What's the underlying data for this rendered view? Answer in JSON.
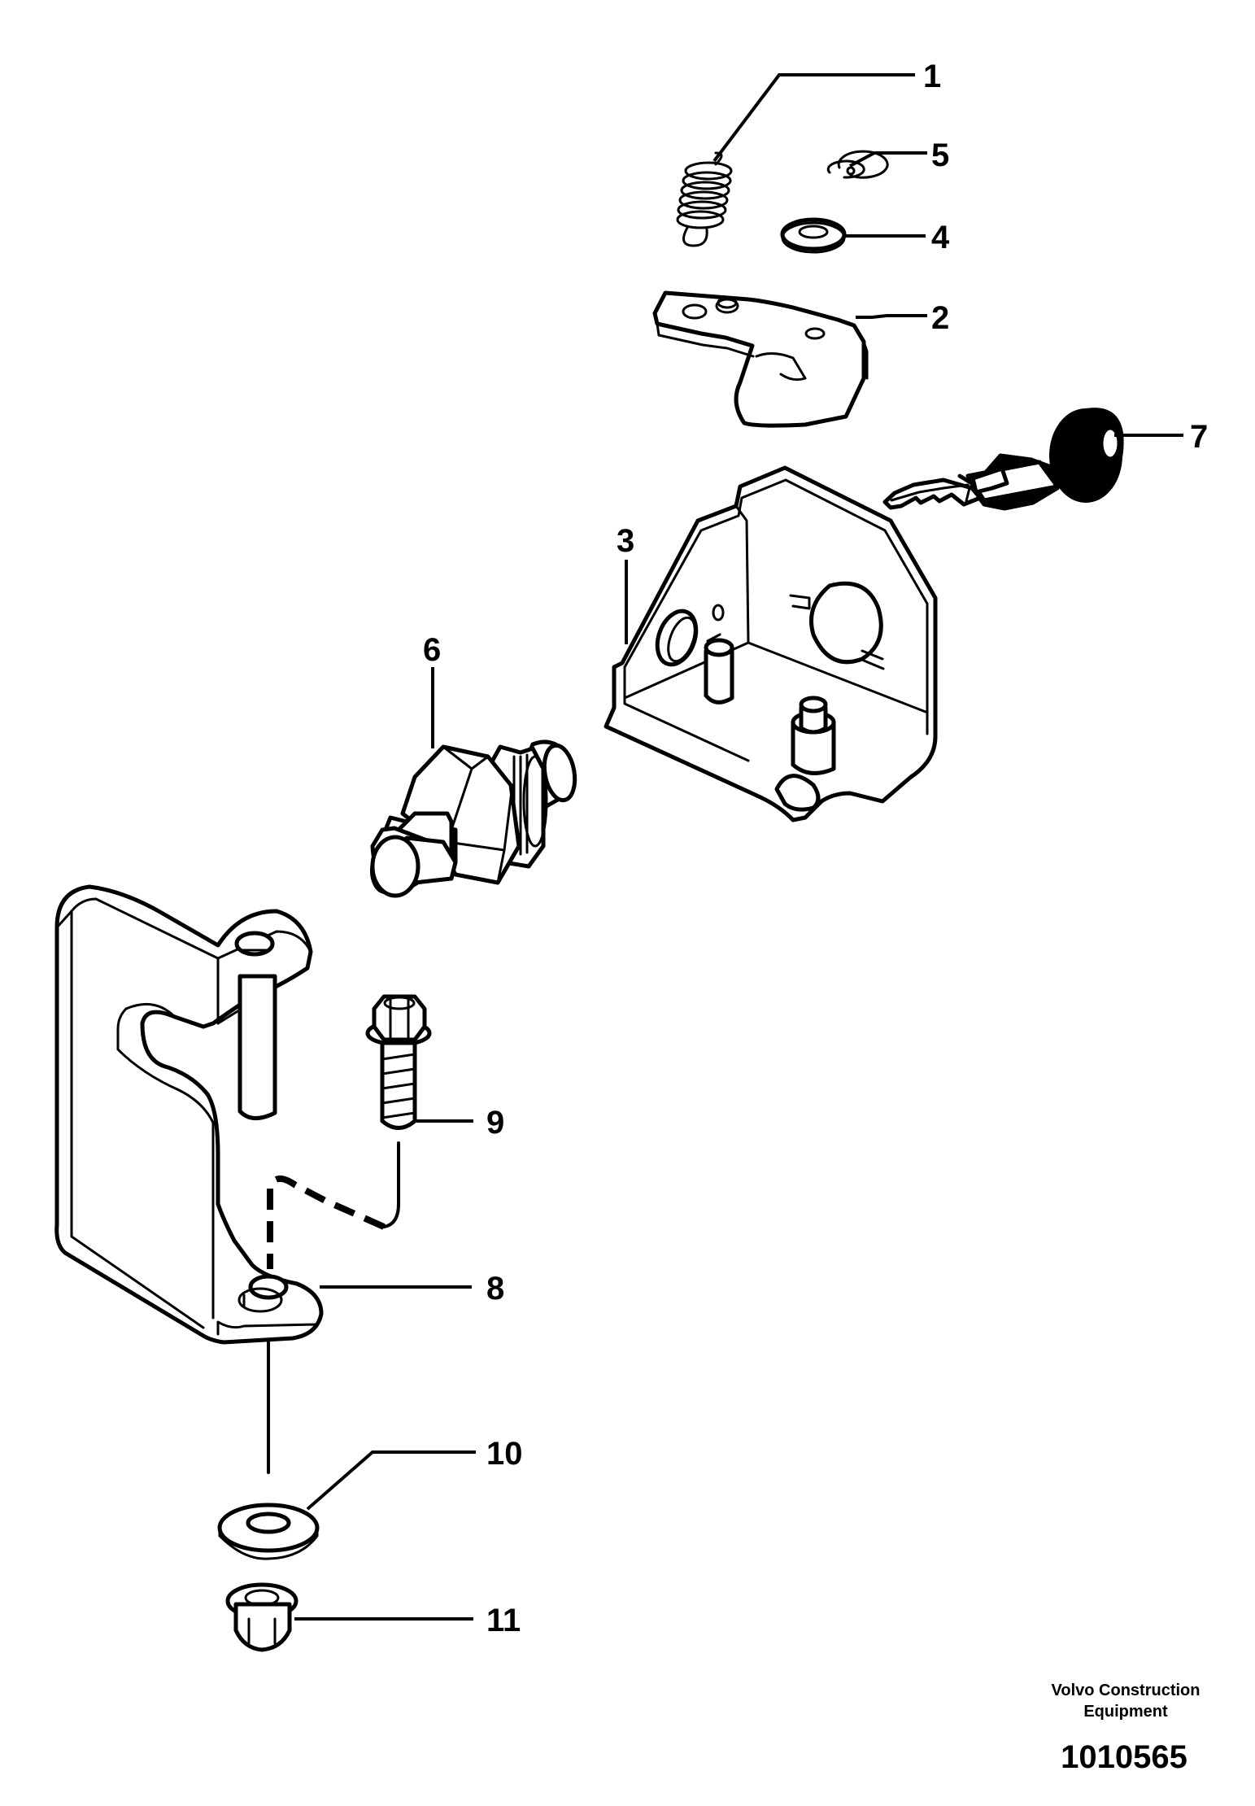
{
  "callouts": {
    "c1": "1",
    "c2": "2",
    "c3": "3",
    "c4": "4",
    "c5": "5",
    "c6": "6",
    "c7": "7",
    "c8": "8",
    "c9": "9",
    "c10": "10",
    "c11": "11"
  },
  "footer": {
    "maker_line1": "Volvo Construction",
    "maker_line2": "Equipment",
    "reference_number": "1010565"
  }
}
